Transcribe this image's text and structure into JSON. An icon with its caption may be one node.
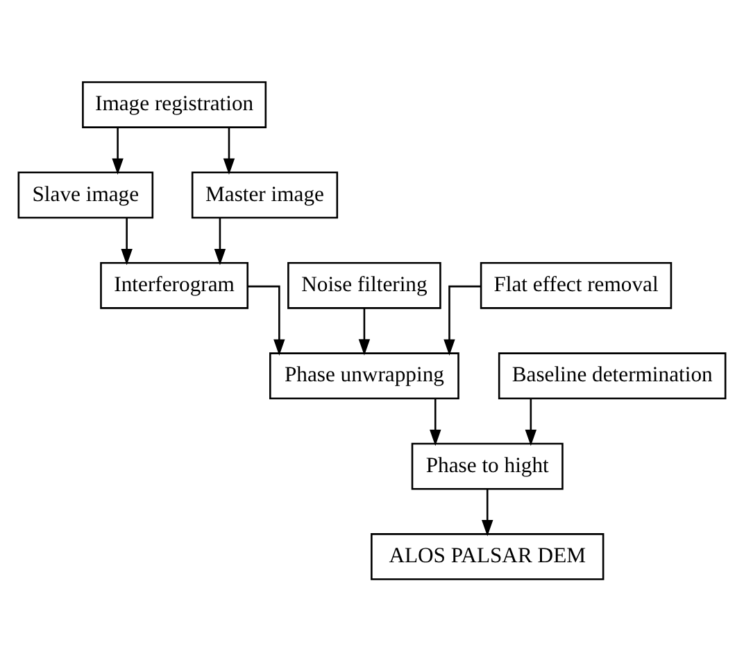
{
  "diagram": {
    "nodes": [
      {
        "text": [
          "Image registration"
        ]
      },
      {
        "text": [
          "Slave image"
        ]
      },
      {
        "text": [
          "Master image"
        ]
      },
      {
        "text": [
          "Interferogram"
        ]
      },
      {
        "text": [
          "Noise filtering"
        ]
      },
      {
        "text": [
          "Flat effect removal"
        ]
      },
      {
        "text": [
          "Phase unwrapping"
        ]
      },
      {
        "text": [
          "Baseline determination"
        ]
      },
      {
        "text": [
          "Phase to hight"
        ]
      },
      {
        "text": [
          "ALOS PALSAR DEM"
        ]
      }
    ],
    "edges": [
      {
        "from": 0,
        "to": 1,
        "arrow": "to"
      },
      {
        "from": 0,
        "to": 2,
        "arrow": "to"
      },
      {
        "from": 1,
        "to": 3,
        "arrow": "to"
      },
      {
        "from": 2,
        "to": 3,
        "arrow": "to"
      },
      {
        "from": 3,
        "to": 6,
        "arrow": "to"
      },
      {
        "from": 4,
        "to": 6,
        "arrow": "to"
      },
      {
        "from": 5,
        "to": 6,
        "arrow": "to"
      },
      {
        "from": 6,
        "to": 8,
        "arrow": "to"
      },
      {
        "from": 7,
        "to": 8,
        "arrow": "to"
      },
      {
        "from": 8,
        "to": 9,
        "arrow": "to"
      }
    ]
  }
}
